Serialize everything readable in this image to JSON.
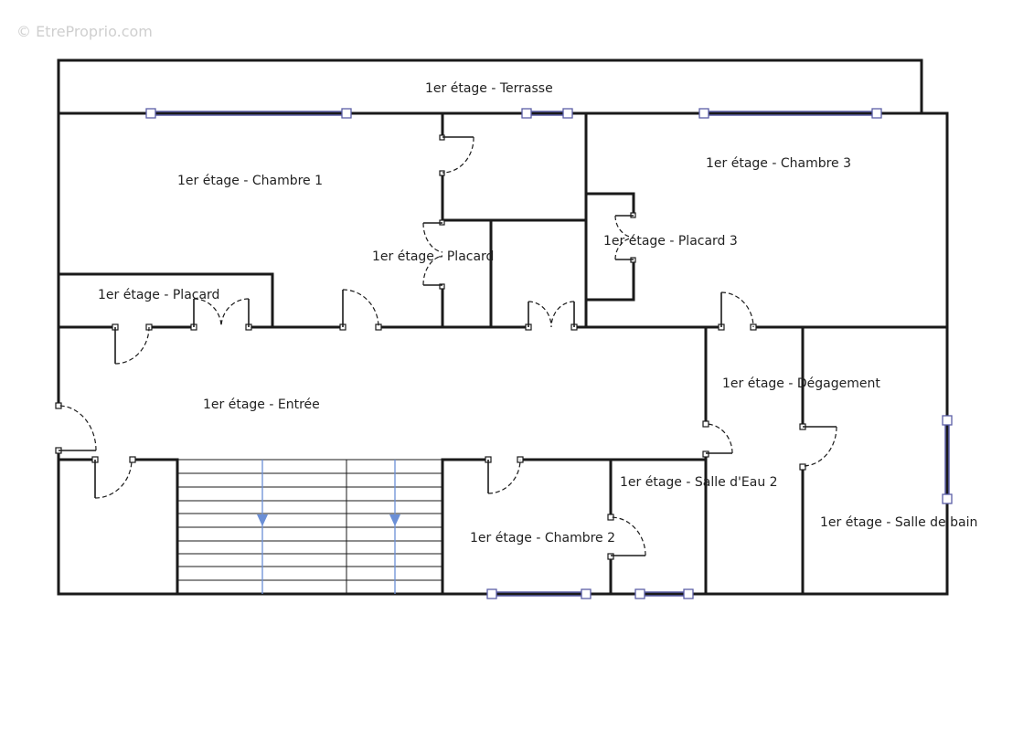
{
  "watermark": "© EtreProprio.com",
  "rooms": {
    "terrasse": "1er étage - Terrasse",
    "chambre1": "1er étage - Chambre 1",
    "chambre3": "1er étage - Chambre 3",
    "placard_center": "1er étage - Placard",
    "placard3": "1er étage - Placard 3",
    "placard_left": "1er étage - Placard",
    "entree": "1er étage - Entrée",
    "degagement": "1er étage - Dégagement",
    "salle_eau2": "1er étage - Salle d'Eau 2",
    "chambre2": "1er étage - Chambre 2",
    "salle_bain": "1er étage - Salle de bain"
  },
  "colors": {
    "wall": "#1a1a1a",
    "window": "#5b5ea6",
    "stair_arrow": "#6b8fd6"
  }
}
